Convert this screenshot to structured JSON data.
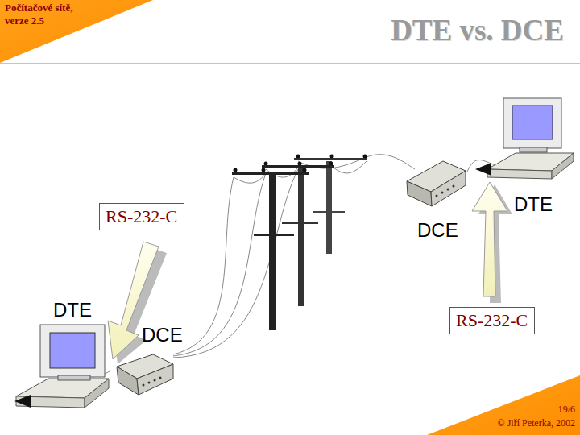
{
  "diagram": {
    "title": "DTE vs. DCE",
    "nodes": [
      {
        "text": [
          "Počítačové sítě, verze 2.5"
        ]
      },
      {
        "text": [
          "RS-232-C"
        ]
      },
      {
        "text": [
          "RS-232-C"
        ]
      },
      {
        "text": [
          "19/6",
          "© Jiří Peterka, 2002"
        ]
      }
    ],
    "labels": [
      "DTE",
      "DCE",
      "DTE",
      "DCE"
    ]
  }
}
